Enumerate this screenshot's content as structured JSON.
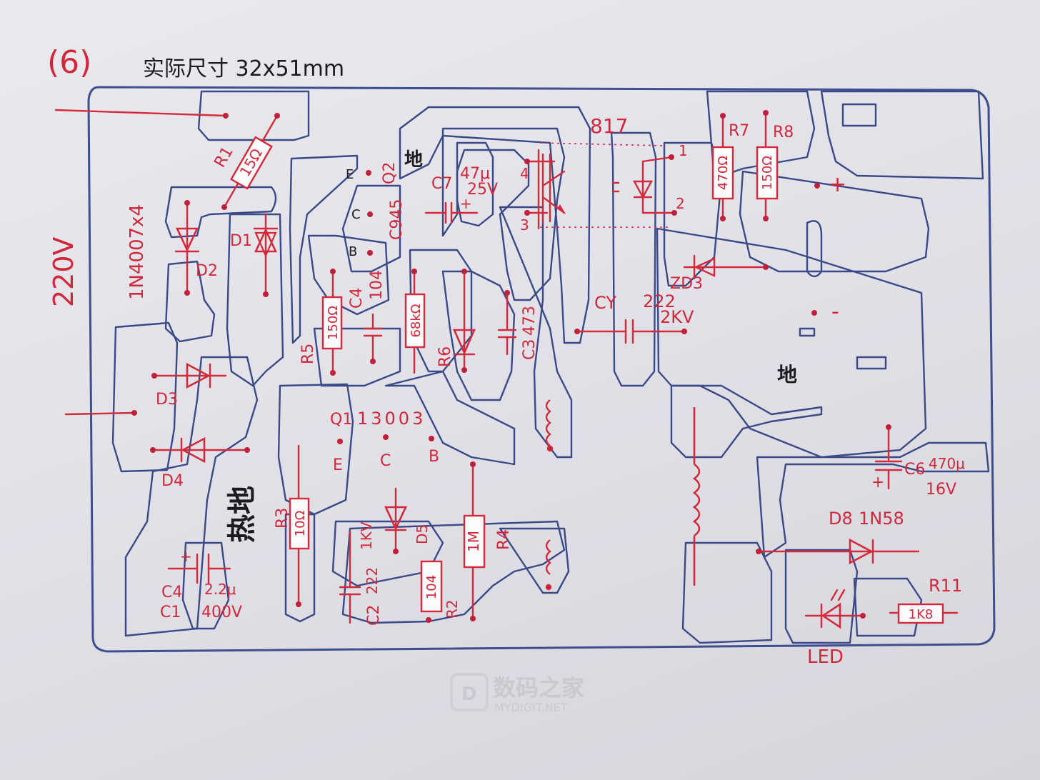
{
  "title": {
    "number": "(6)",
    "text": "实际尺寸 32x51mm"
  },
  "input_voltage": "220V",
  "bridge_note": "1N4007x4",
  "components": {
    "R1": {
      "ref": "R1",
      "value": "15Ω"
    },
    "D1": {
      "ref": "D1"
    },
    "D2": {
      "ref": "D2"
    },
    "D3": {
      "ref": "D3"
    },
    "D4": {
      "ref": "D4"
    },
    "C4_bulk": {
      "ref": "C4",
      "ref2": "C1",
      "value": "2.2μ",
      "voltage": "400V"
    },
    "R3": {
      "ref": "R3",
      "value": "10Ω"
    },
    "Q1": {
      "ref": "Q1",
      "part": "13003",
      "pins": [
        "E",
        "C",
        "B"
      ]
    },
    "Q2": {
      "ref": "Q2",
      "part": "C945",
      "pins": [
        "E",
        "C",
        "B"
      ]
    },
    "R5": {
      "ref": "R5",
      "value": "150Ω"
    },
    "C4_small": {
      "ref": "C4",
      "value": "104"
    },
    "R6": {
      "ref": "R6",
      "value": "68kΩ"
    },
    "C3": {
      "ref": "C3",
      "value": "473"
    },
    "C7": {
      "ref": "C7",
      "value": "47μ",
      "voltage": "25V"
    },
    "D5": {
      "ref": "D5",
      "voltage": "1KV"
    },
    "C2": {
      "ref": "C2",
      "value": "222"
    },
    "R2": {
      "ref": "R2",
      "value": "104"
    },
    "R4": {
      "ref": "R4",
      "value": "1M"
    },
    "optocoupler": {
      "part": "817",
      "pins": [
        "1",
        "2",
        "3",
        "4"
      ]
    },
    "CY": {
      "ref": "CY",
      "value": "222",
      "voltage": "2KV"
    },
    "R7": {
      "ref": "R7",
      "value": "470Ω"
    },
    "R8": {
      "ref": "R8",
      "value": "150Ω"
    },
    "ZD3": {
      "ref": "ZD3"
    },
    "C6": {
      "ref": "C6",
      "value": "470μ",
      "voltage": "16V"
    },
    "D8": {
      "ref": "D8",
      "part": "1N58"
    },
    "R11": {
      "ref": "R11",
      "value": "1K8"
    },
    "LED": {
      "ref": "LED"
    }
  },
  "labels": {
    "ground_primary": "热地",
    "ground_q2": "地",
    "ground_secondary": "地",
    "plus": "+",
    "minus": "-"
  },
  "watermark": {
    "cn": "数码之家",
    "en": "MYDIGIT.NET"
  }
}
